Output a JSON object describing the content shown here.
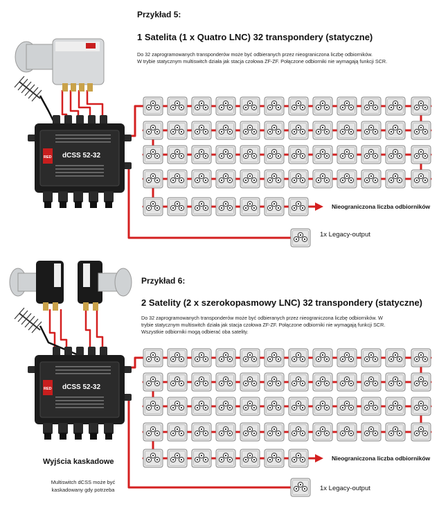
{
  "example5": {
    "label": "Przykład 5:",
    "heading": "1 Satelita (1 x Quatro LNC) 32 transpondery (statyczne)",
    "desc_line1": "Do 32 zaprogramowanych transponderów może być odbieranych przez nieograniczona liczbę odbiorników.",
    "desc_line2": "W trybie statycznym multiswitch działa jak stacja czołowa ZF-ZF. Połączone odbiorniki nie wymagają funkcji SCR.",
    "unlimited_label": "Nieograniczona liczba odbiorników",
    "legacy_label": "1x Legacy-output"
  },
  "example6": {
    "label": "Przykład 6:",
    "heading": "2 Satelity (2 x szerokopasmowy LNC) 32 transpondery (statyczne)",
    "desc_line1": "Do 32 zaprogramowanych transponderów może być odbieranych przez nieograniczona liczbę odbiorników. W",
    "desc_line2": "trybie statycznym multiswitch działa jak stacja czołowa ZF-ZF. Połączone odbiorniki nie wymagają funkcji SCR.",
    "desc_line3": "Wszystkie odbiorniki mogą odbierać oba satelity.",
    "unlimited_label": "Nieograniczona liczba odbiorników",
    "legacy_label": "1x Legacy-output",
    "cascade_caption": "Wyjścia kaskadowe",
    "note_line1": "Multiswitch dCSS może być",
    "note_line2": "kaskadowany gdy potrzeba"
  },
  "device": {
    "model": "dCSS 52-32",
    "badge": "RED"
  },
  "colors": {
    "cable": "#d42020",
    "cable_dark": "#111111",
    "outlet_bg": "#e6e6e6",
    "device_body": "#1c1c1c",
    "device_red": "#c81e1e",
    "lnb_grey": "#cfd2d4",
    "lnb_black": "#1a1a1a"
  },
  "icons": [
    "wall-outlet-icon",
    "lnb-icon",
    "antenna-icon",
    "multiswitch-icon",
    "arrow-right-icon"
  ]
}
